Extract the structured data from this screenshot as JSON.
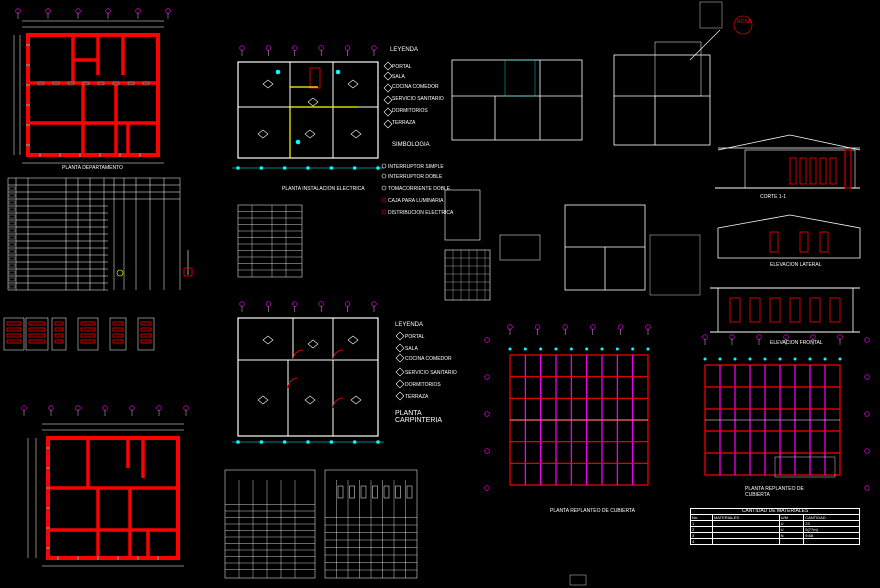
{
  "sheet": {
    "background": "#000000",
    "colors": {
      "wall": "#ff0000",
      "line": "#ffffff",
      "dim": "#00ffff",
      "accent": "#ff00ff",
      "text": "#ffff00"
    }
  },
  "plans": {
    "floor_top": {
      "title": "PLANTA DEPARTAMENTO"
    },
    "floor_bottom": {
      "title": ""
    },
    "electrical": {
      "title": "PLANTA INSTALACION ELECTRICA"
    },
    "carpentry": {
      "title": "PLANTA CARPINTERIA"
    },
    "roof_left": {
      "title": "PLANTA REPLANTEO DE CUBIERTA"
    },
    "roof_right": {
      "title": "PLANTA REPLANTEO DE CUBIERTA"
    }
  },
  "legend_electrical": {
    "heading": "LEYENDA",
    "items": [
      "PORTAL",
      "SALA",
      "COCINA COMEDOR",
      "SERVICIO SANITARIO",
      "DORMITORIOS",
      "TERRAZA"
    ],
    "symbology_heading": "SIMBOLOGIA",
    "symbols": [
      "INTERRUPTOR SIMPLE",
      "INTERRUPTOR DOBLE",
      "TOMACORRIENTE DOBLE",
      "CAJA PARA LUMINARIA",
      "DISTRIBUCION ELECTRICA"
    ]
  },
  "legend_carpentry": {
    "heading": "LEYENDA",
    "items": [
      "PORTAL",
      "SALA",
      "COCINA COMEDOR",
      "SERVICIO SANITARIO",
      "DORMITORIOS",
      "TERRAZA"
    ]
  },
  "elevations": {
    "section": "CORTE 1-1",
    "lateral": "ELEVACION LATERAL",
    "frontal": "ELEVACION FRONTAL"
  },
  "materials_table": {
    "title": "CANTIDAD DE MATERIALES",
    "headers": [
      "No.",
      "MATERIALES",
      "U/M",
      "CANTIDAD"
    ],
    "rows": [
      [
        "1",
        "",
        "U",
        "23"
      ],
      [
        "2",
        "",
        "U",
        "5(77m)"
      ],
      [
        "3",
        "",
        "N",
        "9.68"
      ],
      [
        "4",
        "",
        "",
        ""
      ]
    ]
  },
  "tags": {
    "north": "ROSA"
  }
}
